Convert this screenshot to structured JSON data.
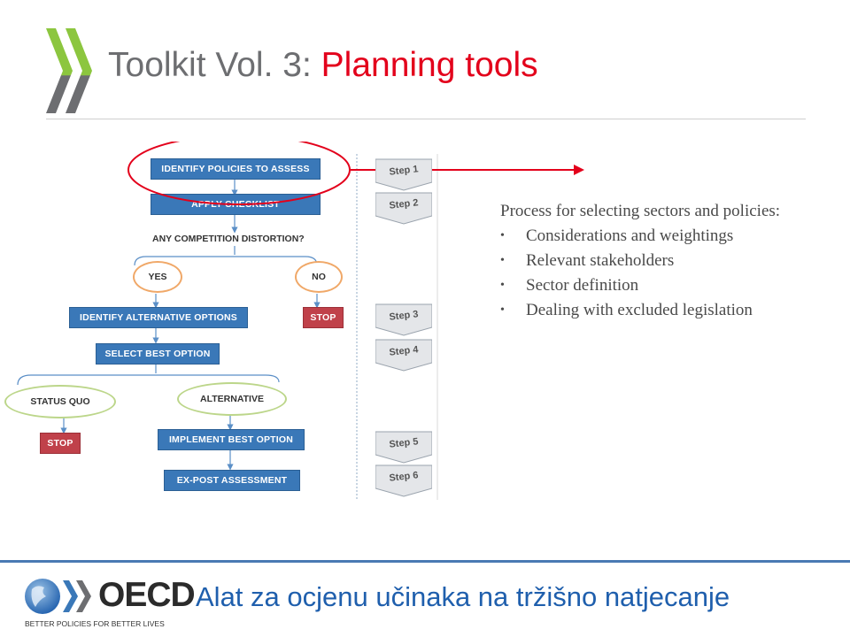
{
  "header": {
    "title_prefix": "Toolkit Vol. 3: ",
    "title_accent": "Planning tools",
    "accent_color": "#e3001b",
    "logo_icon": "green-chevrons-icon"
  },
  "flowchart": {
    "identify_policies": "IDENTIFY POLICIES TO ASSESS",
    "apply_checklist": "APPLY CHECKLIST",
    "question": "ANY COMPETITION DISTORTION?",
    "yes": "YES",
    "no": "NO",
    "identify_alternatives": "IDENTIFY ALTERNATIVE OPTIONS",
    "stop_1": "STOP",
    "select_best": "SELECT BEST OPTION",
    "status_quo": "STATUS QUO",
    "alternative": "ALTERNATIVE",
    "stop_2": "STOP",
    "implement_best": "IMPLEMENT BEST OPTION",
    "ex_post": "EX-POST ASSESSMENT"
  },
  "steps": [
    "Step 1",
    "Step 2",
    "Step 3",
    "Step 4",
    "Step 5",
    "Step 6"
  ],
  "process": {
    "heading": "Process for selecting sectors and policies:",
    "items": [
      "Considerations and weightings",
      "Relevant stakeholders",
      "Sector definition",
      "Dealing with excluded legislation"
    ]
  },
  "footer": {
    "logo_word": "OECD",
    "logo_slogan": "BETTER POLICIES FOR BETTER LIVES",
    "tagline": "Alat za ocjenu učinaka na tržišno natjecanje",
    "brand_color": "#1f5fad"
  }
}
